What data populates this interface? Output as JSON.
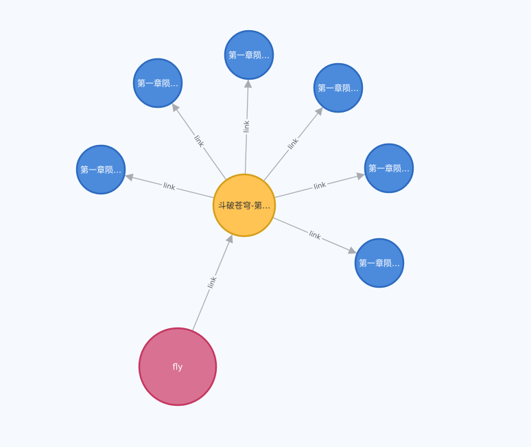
{
  "colors": {
    "background": "#f6fafe",
    "edge": "#a8abb0",
    "chapter_fill": "#4c8bdc",
    "chapter_stroke": "#2c6abf",
    "book_fill": "#ffc454",
    "book_stroke": "#d59f1a",
    "person_fill": "#d97193",
    "person_stroke": "#c5365f"
  },
  "nodes": [
    {
      "id": "book",
      "label": "斗破苍穹-第…",
      "type": "book"
    },
    {
      "id": "fly",
      "label": "fly",
      "type": "person"
    },
    {
      "id": "c1",
      "label": "第一章陨…",
      "type": "chapter"
    },
    {
      "id": "c2",
      "label": "第一章陨…",
      "type": "chapter"
    },
    {
      "id": "c3",
      "label": "第一章陨…",
      "type": "chapter"
    },
    {
      "id": "c4",
      "label": "第一章陨…",
      "type": "chapter"
    },
    {
      "id": "c5",
      "label": "第一章陨…",
      "type": "chapter"
    },
    {
      "id": "c6",
      "label": "第一章陨…",
      "type": "chapter"
    }
  ],
  "edges": [
    {
      "id": "e1",
      "source": "fly",
      "target": "book",
      "label": "link"
    },
    {
      "id": "e2",
      "source": "book",
      "target": "c1",
      "label": "link"
    },
    {
      "id": "e3",
      "source": "book",
      "target": "c2",
      "label": "link"
    },
    {
      "id": "e4",
      "source": "book",
      "target": "c3",
      "label": "link"
    },
    {
      "id": "e5",
      "source": "book",
      "target": "c4",
      "label": "link"
    },
    {
      "id": "e6",
      "source": "book",
      "target": "c5",
      "label": "link"
    },
    {
      "id": "e7",
      "source": "book",
      "target": "c6",
      "label": "link"
    }
  ]
}
